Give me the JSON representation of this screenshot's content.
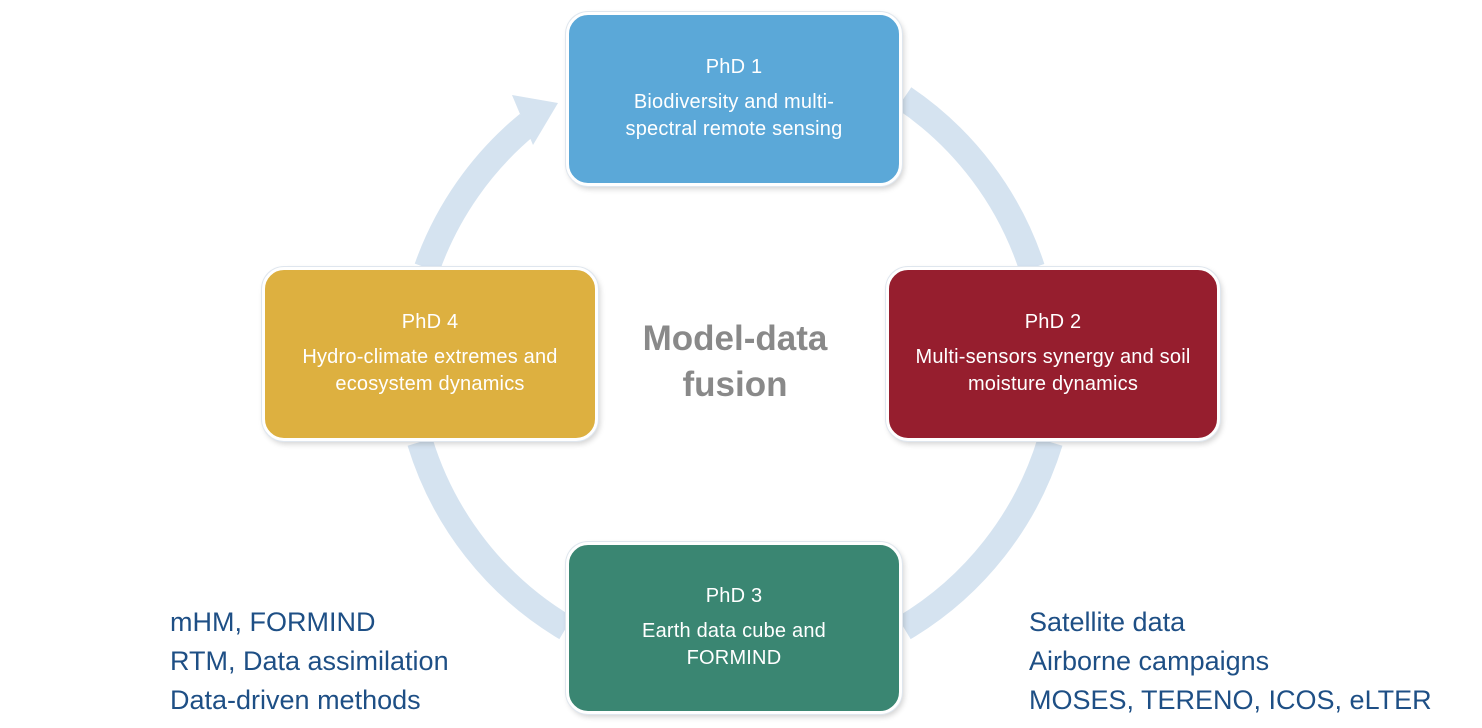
{
  "diagram": {
    "center_title": "Model-data fusion",
    "nodes": [
      {
        "id": "phd1",
        "label": "PhD 1",
        "topic": "Biodiversity and multi-spectral remote sensing",
        "color": "#5ba8d8"
      },
      {
        "id": "phd2",
        "label": "PhD 2",
        "topic": "Multi-sensors synergy and soil moisture dynamics",
        "color": "#961e2e"
      },
      {
        "id": "phd3",
        "label": "PhD 3",
        "topic": "Earth data cube and FORMIND",
        "color": "#3a8672"
      },
      {
        "id": "phd4",
        "label": "PhD 4",
        "topic": "Hydro-climate extremes and ecosystem dynamics",
        "color": "#ddb040"
      }
    ],
    "cycle_direction": "clockwise",
    "ring_color": "#d5e3f0"
  },
  "left_list": [
    "mHM, FORMIND",
    "RTM, Data assimilation",
    "Data-driven methods"
  ],
  "right_list": [
    "Satellite data",
    "Airborne campaigns",
    "MOSES, TERENO, ICOS, eLTER"
  ],
  "colors": {
    "list_text": "#1e4f85",
    "center_text": "#898989"
  }
}
